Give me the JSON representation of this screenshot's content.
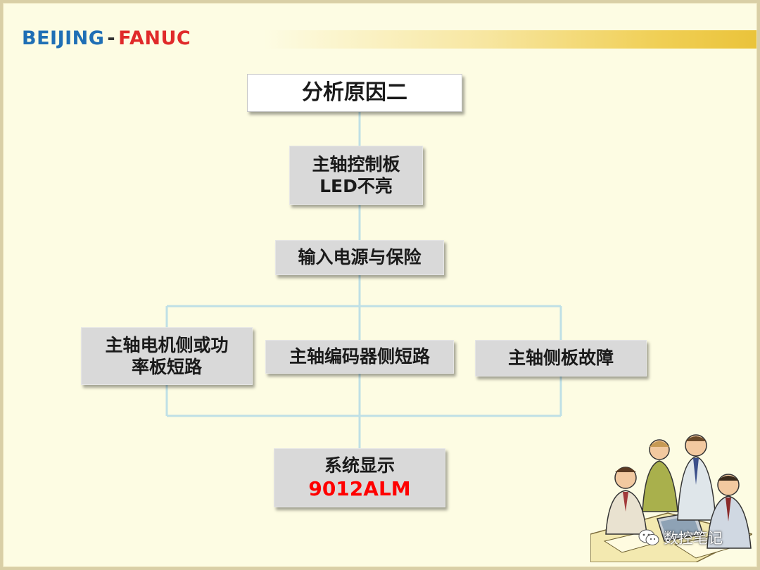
{
  "logo": {
    "left": "BEIJING",
    "dash": "-",
    "right": "FANUC"
  },
  "diagram": {
    "root": "分析原因二",
    "step1": {
      "line1": "主轴控制板",
      "line2": "LED不亮"
    },
    "step2": "输入电源与保险",
    "branches": [
      {
        "line1": "主轴电机侧或功",
        "line2": "率板短路"
      },
      {
        "line1": "主轴编码器侧短路"
      },
      {
        "line1": "主轴侧板故障"
      }
    ],
    "result": {
      "line1": "系统显示",
      "line2": "9012ALM"
    }
  },
  "watermark": {
    "text": "数控笔记"
  },
  "colors": {
    "slide_bg": "#fdfce3",
    "box_grey": "#d9d9d9",
    "connector": "#bfe0e6",
    "alarm_red": "#ff0000",
    "brand_blue": "#1f6fb5",
    "brand_red": "#e02a2a"
  }
}
